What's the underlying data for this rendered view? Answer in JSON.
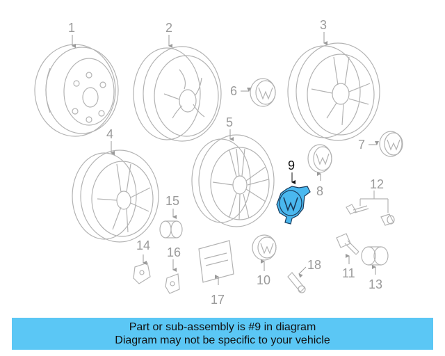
{
  "diagram": {
    "callouts": [
      "1",
      "2",
      "3",
      "4",
      "5",
      "6",
      "7",
      "8",
      "9",
      "10",
      "11",
      "12",
      "13",
      "14",
      "15",
      "16",
      "17",
      "18"
    ],
    "highlighted_part": "9",
    "colors": {
      "line": "#b3b3b3",
      "highlight": "#4ab8ef",
      "highlight_text": "#111111",
      "banner": "#5bc7f5"
    }
  },
  "banner": {
    "line1": "Part or sub-assembly is #9 in diagram",
    "line2": "Diagram may not be specific to your vehicle"
  }
}
